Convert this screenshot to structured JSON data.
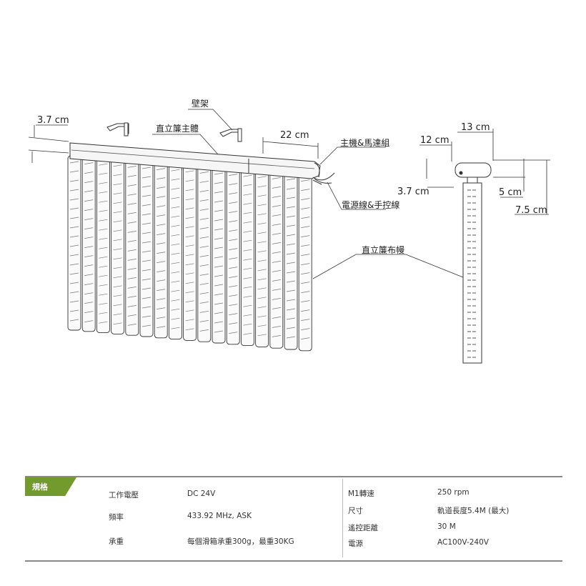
{
  "diagram": {
    "labels": {
      "bracket": "壁架",
      "main_body": "直立簾主體",
      "motor": "主機&馬達組",
      "cables": "電源線&手控線",
      "fabric": "直立簾布幔"
    },
    "dimensions": {
      "front_height": "3.7 cm",
      "motor_length": "22 cm",
      "side_width_13": "13 cm",
      "side_width_12": "12 cm",
      "side_height_37": "3.7 cm",
      "side_height_5": "5 cm",
      "side_height_75": "7.5 cm"
    },
    "slat_count": 17
  },
  "spec": {
    "tab": "規格",
    "left": [
      {
        "label": "工作電壓",
        "value": "DC 24V"
      },
      {
        "label": "頻率",
        "value": "433.92 MHz, ASK"
      },
      {
        "label": "承重",
        "value": "每個滑箱承重300g，最重30KG"
      }
    ],
    "right": [
      {
        "label": "M1轉速",
        "value": "250 rpm"
      },
      {
        "label": "尺寸",
        "value": "軌道長度5.4M (最大)"
      },
      {
        "label": "遙控距離",
        "value": "30 M"
      },
      {
        "label": "電源",
        "value": "AC100V-240V"
      }
    ]
  }
}
